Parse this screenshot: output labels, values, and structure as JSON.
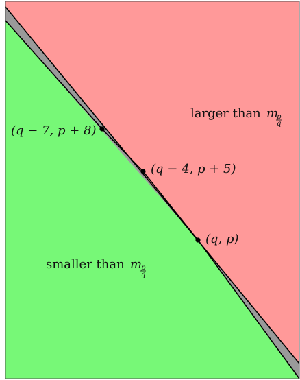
{
  "colors": {
    "smaller_region": "#77f877",
    "larger_region": "#ff9999",
    "sliver": "#9a9a9a",
    "line": "#000000",
    "frame": "#555555"
  },
  "regions": {
    "larger": {
      "text": "larger than",
      "symbol": "m",
      "sub_num": "p",
      "sub_den": "q"
    },
    "smaller": {
      "text": "smaller than",
      "symbol": "m",
      "sub_num": "p",
      "sub_den": "q"
    }
  },
  "points": [
    {
      "id": "q-7",
      "label": "(q − 7, p + 8)"
    },
    {
      "id": "q-4",
      "label": "(q − 4, p + 5)"
    },
    {
      "id": "q",
      "label": "(q, p)"
    }
  ]
}
